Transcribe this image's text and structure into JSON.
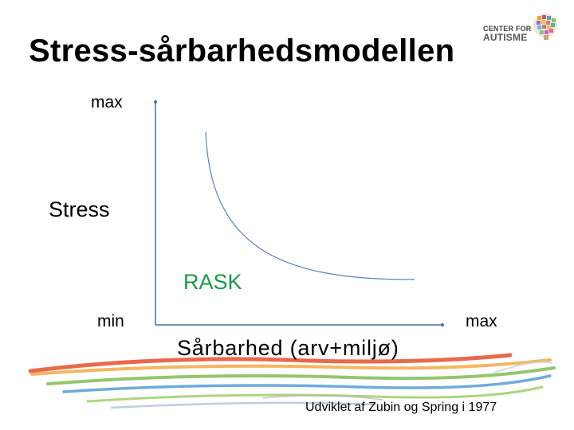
{
  "slide": {
    "title": "Stress-sårbarhedsmodellen",
    "footer": "Udviklet af Zubin og Spring i 1977"
  },
  "logo": {
    "line1": "CENTER FOR",
    "line2": "AUTISME"
  },
  "diagram": {
    "y_axis": {
      "label": "Stress",
      "max_label": "max"
    },
    "x_axis": {
      "label": "Sårbarhed (arv+miljø)",
      "min_label": "min",
      "max_label": "max"
    },
    "region_label": "RASK",
    "colors": {
      "axis": "#4a6fa5",
      "curve": "#5b82b8",
      "region_label": "#1a9a4a"
    }
  }
}
